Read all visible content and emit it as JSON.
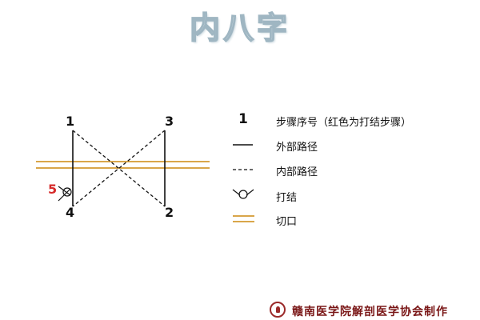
{
  "title": "内八字",
  "diagram": {
    "points": {
      "p1": "1",
      "p2": "2",
      "p3": "3",
      "p4": "4",
      "p5": "5"
    }
  },
  "legend": {
    "step_num_symbol": "1",
    "step_num_desc": "步骤序号（红色为打结步骤）",
    "outer_path_desc": "外部路径",
    "inner_path_desc": "内部路径",
    "knot_desc": "打结",
    "incision_desc": "切口"
  },
  "footer": {
    "credit": "赣南医学院解剖医学协会制作"
  },
  "colors": {
    "incision_line": "#d9a64a",
    "knot_step": "#d62b2b",
    "title_outline": "#9fb6c2",
    "footer_text": "#7a1717"
  }
}
